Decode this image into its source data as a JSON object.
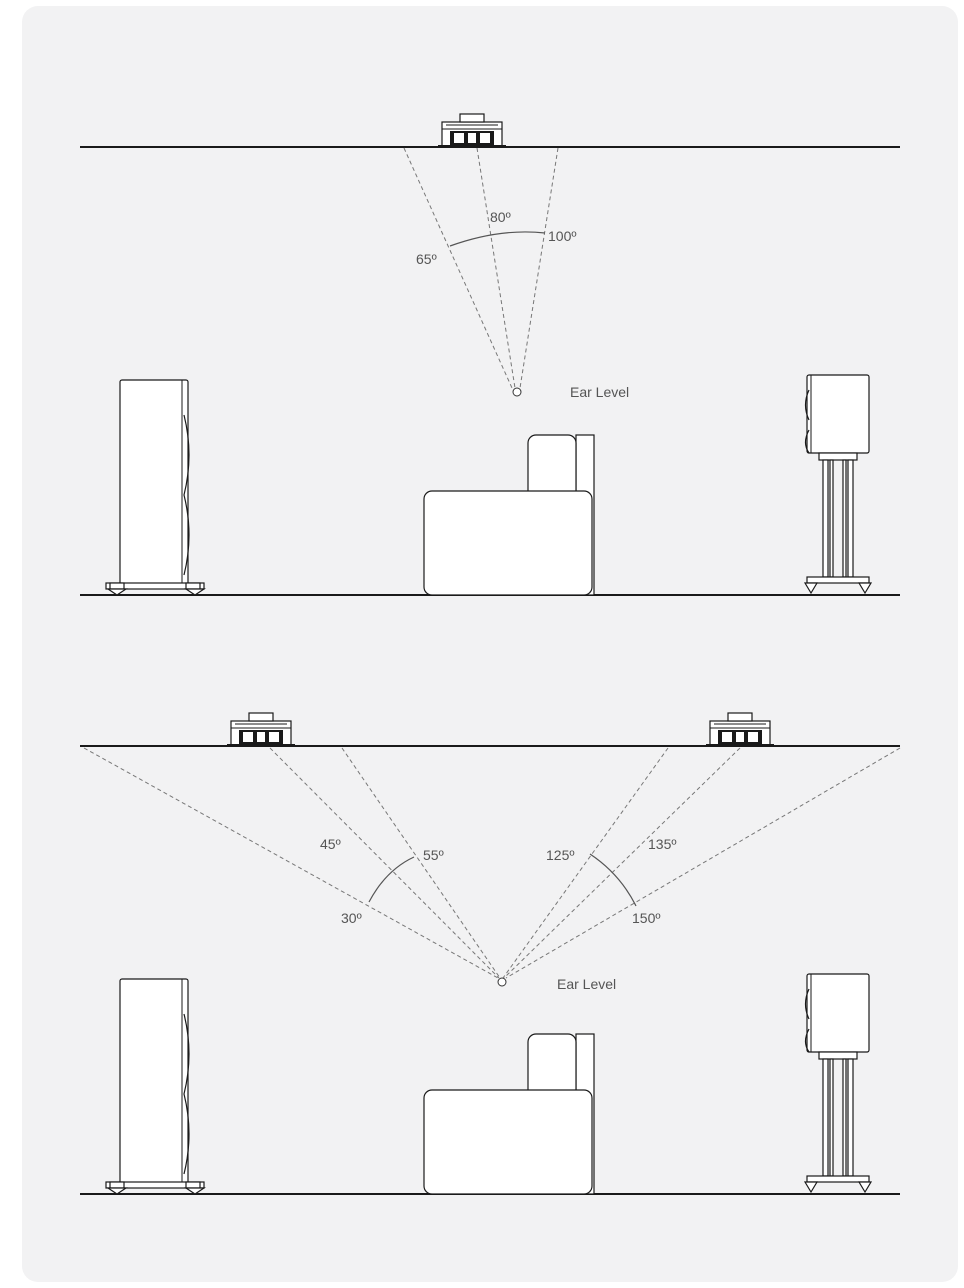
{
  "top_diagram": {
    "angles": {
      "a65": "65º",
      "a80": "80º",
      "a100": "100º"
    },
    "ear_label": "Ear Level"
  },
  "bottom_diagram": {
    "angles": {
      "a45": "45º",
      "a55": "55º",
      "a30": "30º",
      "a125": "125º",
      "a135": "135º",
      "a150": "150º"
    },
    "ear_label": "Ear Level"
  }
}
